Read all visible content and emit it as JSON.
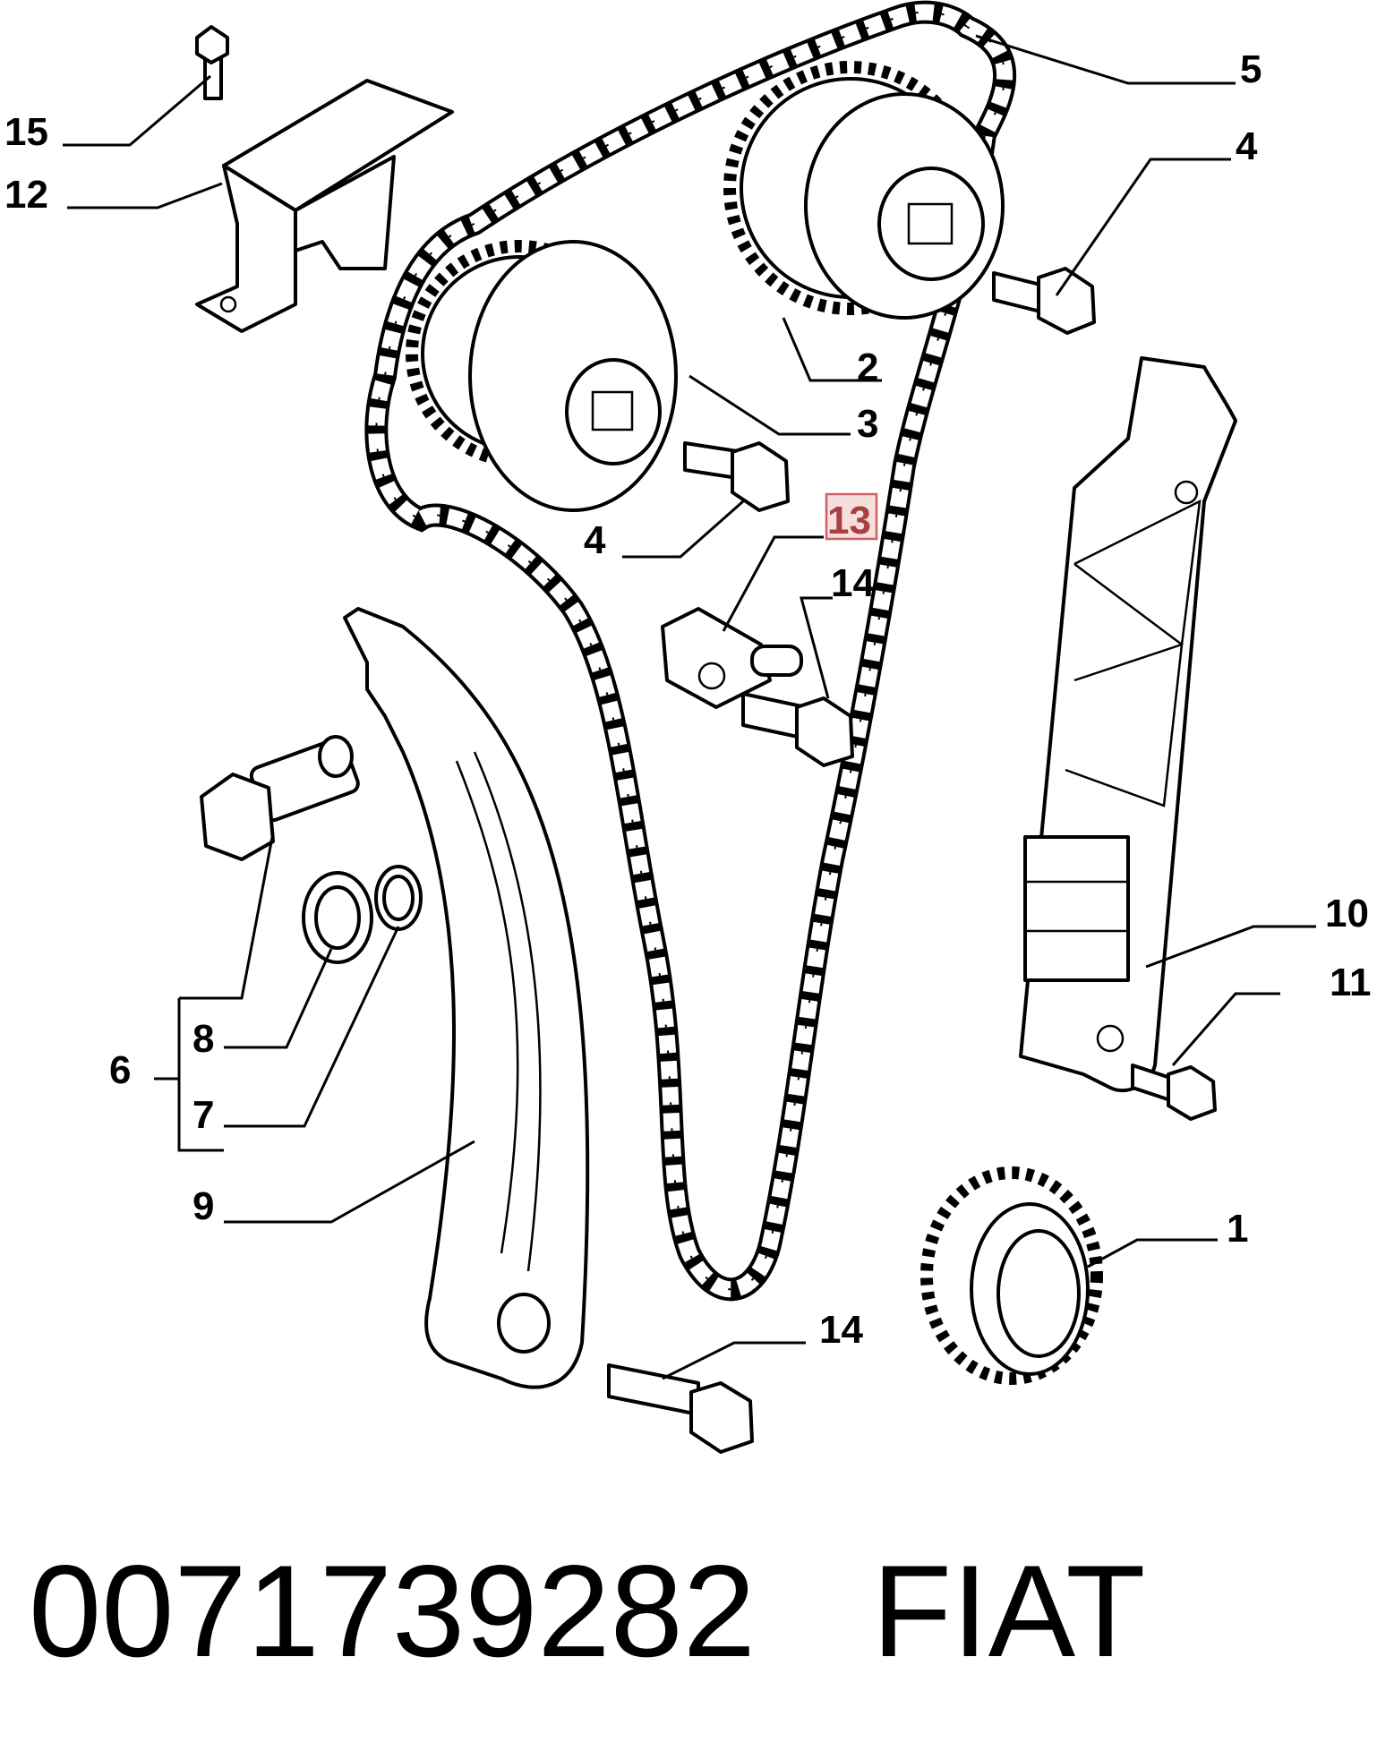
{
  "callouts": {
    "c1": "1",
    "c2": "2",
    "c3": "3",
    "c4a": "4",
    "c4b": "4",
    "c5": "5",
    "c6": "6",
    "c7": "7",
    "c8": "8",
    "c9": "9",
    "c10": "10",
    "c11": "11",
    "c12": "12",
    "c13": "13",
    "c14a": "14",
    "c14b": "14",
    "c15": "15"
  },
  "highlighted_callout": "13",
  "colors": {
    "highlight_fill": "#f6dede",
    "highlight_border": "#d06060"
  },
  "footer": {
    "part_number": "0071739282",
    "brand": "FIAT"
  }
}
